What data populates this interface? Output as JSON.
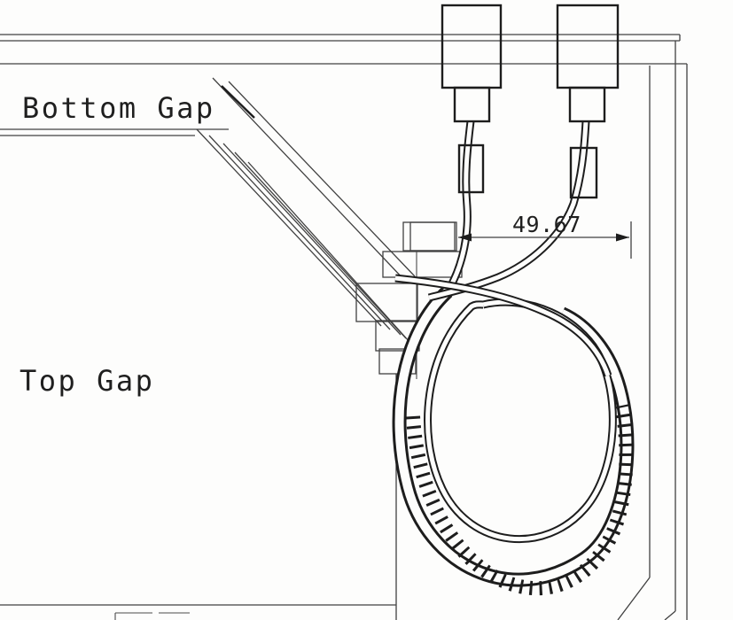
{
  "labels": {
    "bottom_gap": "Bottom Gap",
    "top_gap": "Top Gap"
  },
  "dimension": {
    "value": "49.67"
  },
  "colors": {
    "ink": "#1d1d1d",
    "thin_line": "#414141",
    "paper": "#fdfdfc"
  }
}
